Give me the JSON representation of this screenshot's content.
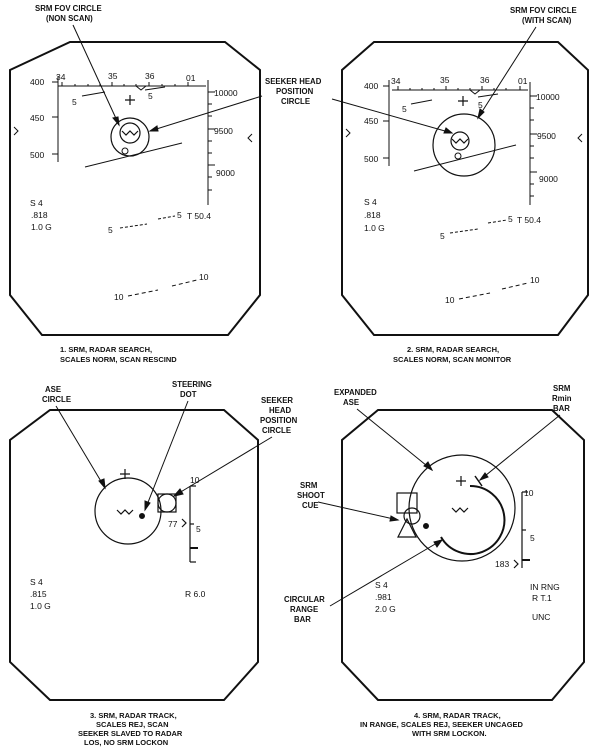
{
  "panels": [
    {
      "caption": [
        "1. SRM, RADAR SEARCH,",
        "SCALES NORM, SCAN RESCIND"
      ],
      "heading_ticks": [
        "34",
        "35",
        "36",
        "01"
      ],
      "left_scale": [
        "400",
        "450",
        "500"
      ],
      "right_scale": [
        "10000",
        "9500",
        "9000"
      ],
      "pitch_left": "5",
      "pitch_right": "5",
      "status_lines": [
        "S 4",
        ".818",
        "1.0 G"
      ],
      "tgt": "T 50.4",
      "pitch5_left": "5",
      "pitch5_right": "5",
      "pitch10_left": "10",
      "pitch10_right": "10"
    },
    {
      "caption": [
        "2. SRM, RADAR SEARCH,",
        "SCALES NORM, SCAN MONITOR"
      ],
      "heading_ticks": [
        "34",
        "35",
        "36",
        "01"
      ],
      "left_scale": [
        "400",
        "450",
        "500"
      ],
      "right_scale": [
        "10000",
        "9500",
        "9000"
      ],
      "pitch_left": "5",
      "pitch_right": "5",
      "status_lines": [
        "S 4",
        ".818",
        "1.0 G"
      ],
      "tgt": "T 50.4",
      "pitch5_left": "5",
      "pitch5_right": "5",
      "pitch10_left": "10",
      "pitch10_right": "10"
    },
    {
      "caption": [
        "3. SRM, RADAR TRACK,",
        "SCALES REJ, SCAN",
        "SEEKER SLAVED TO RADAR",
        "LOS, NO SRM LOCKON"
      ],
      "status_lines": [
        "S 4",
        ".815",
        "1.0 G"
      ],
      "range_readout": "R 6.0",
      "scale_top": "10",
      "scale_mid": "5",
      "closure": "77"
    },
    {
      "caption": [
        "4. SRM, RADAR TRACK,",
        "IN RANGE, SCALES REJ, SEEKER UNCAGED",
        "WITH SRM LOCKON."
      ],
      "status_lines": [
        "S 4",
        ".981",
        "2.0 G"
      ],
      "in_rng": "IN RNG",
      "rt": "R T.1",
      "unc": "UNC",
      "scale_top": "10",
      "scale_mid": "5",
      "closure": "183"
    }
  ],
  "callouts": {
    "srm_fov_nonscan": [
      "SRM FOV CIRCLE",
      "(NON SCAN)"
    ],
    "srm_fov_scan": [
      "SRM FOV CIRCLE",
      "(WITH SCAN)"
    ],
    "seeker_head_position": [
      "SEEKER HEAD",
      "POSITION",
      "CIRCLE"
    ],
    "ase_circle": [
      "ASE",
      "CIRCLE"
    ],
    "steering_dot": [
      "STEERING",
      "DOT"
    ],
    "seeker_head_position_3": [
      "SEEKER",
      "HEAD",
      "POSITION",
      "CIRCLE"
    ],
    "expanded_ase": [
      "EXPANDED",
      "ASE"
    ],
    "srm_rmin_bar": [
      "SRM",
      "Rmin",
      "BAR"
    ],
    "srm_shoot_cue": [
      "SRM",
      "SHOOT",
      "CUE"
    ],
    "circular_range_bar": [
      "CIRCULAR",
      "RANGE",
      "BAR"
    ]
  }
}
